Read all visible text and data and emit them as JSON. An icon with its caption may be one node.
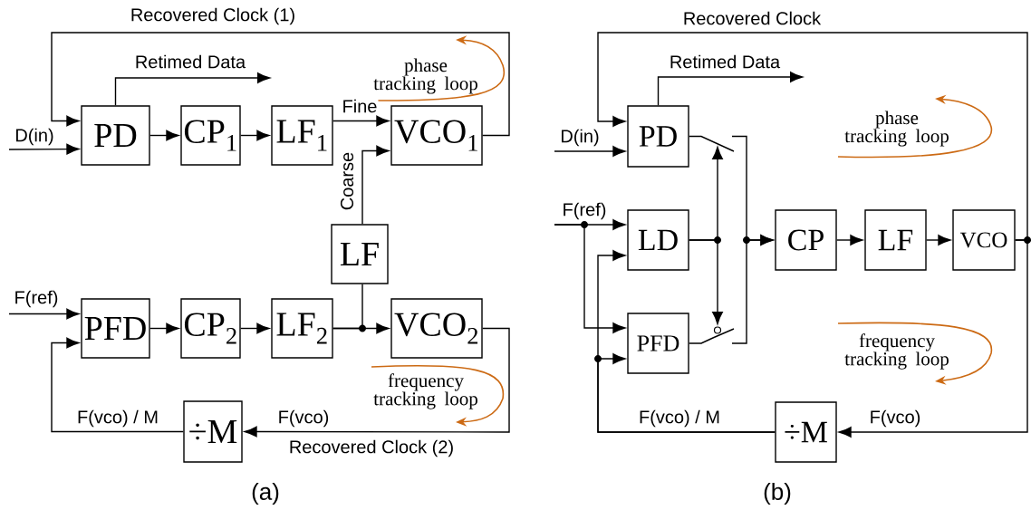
{
  "diagram": {
    "nodes": [
      {
        "text": [
          "PD"
        ]
      },
      {
        "text": [
          "CP$_{1}$"
        ]
      },
      {
        "text": [
          "LF$_{1}$"
        ]
      },
      {
        "text": [
          "VCO$_{1}$"
        ]
      },
      {
        "text": [
          "LF"
        ]
      },
      {
        "text": [
          "PFD"
        ]
      },
      {
        "text": [
          "CP$_{2}$"
        ]
      },
      {
        "text": [
          "LF$_{2}$"
        ]
      },
      {
        "text": [
          "VCO$_{2}$"
        ]
      },
      {
        "text": [
          "÷M"
        ]
      },
      {
        "text": [
          "PD"
        ]
      },
      {
        "text": [
          "LD"
        ]
      },
      {
        "text": [
          "PFD"
        ]
      },
      {
        "text": [
          "CP"
        ]
      },
      {
        "text": [
          "LF"
        ]
      },
      {
        "text": [
          "VCO"
        ]
      },
      {
        "text": [
          "÷M"
        ]
      }
    ],
    "edges": [
      {
        "from": null,
        "to": 0,
        "arrow": "to",
        "label": "D(in)"
      },
      {
        "from": 3,
        "to": 0,
        "arrow": "to",
        "label": "Recovered Clock (1)"
      },
      {
        "from": 0,
        "to": null,
        "arrow": "to",
        "label": "Retimed Data"
      },
      {
        "from": 0,
        "to": 1,
        "arrow": "to"
      },
      {
        "from": 1,
        "to": 2,
        "arrow": "to"
      },
      {
        "from": 2,
        "to": 3,
        "arrow": "to",
        "label": "Fine"
      },
      {
        "from": 4,
        "to": 3,
        "arrow": "to",
        "label": "Coarse"
      },
      {
        "from": 5,
        "to": 6,
        "arrow": "to"
      },
      {
        "from": 6,
        "to": 7,
        "arrow": "to"
      },
      {
        "from": 7,
        "to": 8,
        "arrow": "to"
      },
      {
        "from": 7,
        "to": 4,
        "arrow": "none"
      },
      {
        "from": 8,
        "to": 9,
        "arrow": "to",
        "label": "F(vco)"
      },
      {
        "from": 9,
        "to": 5,
        "arrow": "to",
        "label": "F(vco) / M"
      },
      {
        "from": null,
        "to": 5,
        "arrow": "to",
        "label": "F(ref)"
      },
      {
        "from": null,
        "to": 10,
        "arrow": "to",
        "label": "D(in)"
      },
      {
        "from": 15,
        "to": 10,
        "arrow": "to",
        "label": "Recovered Clock"
      },
      {
        "from": 10,
        "to": null,
        "arrow": "to",
        "label": "Retimed Data"
      },
      {
        "from": 10,
        "to": null,
        "arrow": "none"
      },
      {
        "from": null,
        "to": 13,
        "arrow": "to"
      },
      {
        "from": 12,
        "to": null,
        "arrow": "none"
      },
      {
        "from": null,
        "to": 13,
        "arrow": "to"
      },
      {
        "from": 11,
        "to": null,
        "arrow": "to"
      },
      {
        "from": 11,
        "to": null,
        "arrow": "to"
      },
      {
        "from": 13,
        "to": 14,
        "arrow": "to"
      },
      {
        "from": 14,
        "to": 15,
        "arrow": "to"
      },
      {
        "from": 15,
        "to": 16,
        "arrow": "to",
        "label": "F(vco)"
      },
      {
        "from": 16,
        "to": 12,
        "arrow": "to",
        "label": "F(vco) / M"
      },
      {
        "from": 16,
        "to": 11,
        "arrow": "to"
      },
      {
        "from": null,
        "to": 11,
        "arrow": "to",
        "label": "F(ref)"
      },
      {
        "from": null,
        "to": 12,
        "arrow": "to"
      }
    ],
    "labels": [
      "phase tracking loop",
      "frequency tracking loop",
      "Recovered Clock (2)",
      "(a)",
      "phase tracking loop",
      "frequency tracking loop",
      "(b)"
    ]
  }
}
